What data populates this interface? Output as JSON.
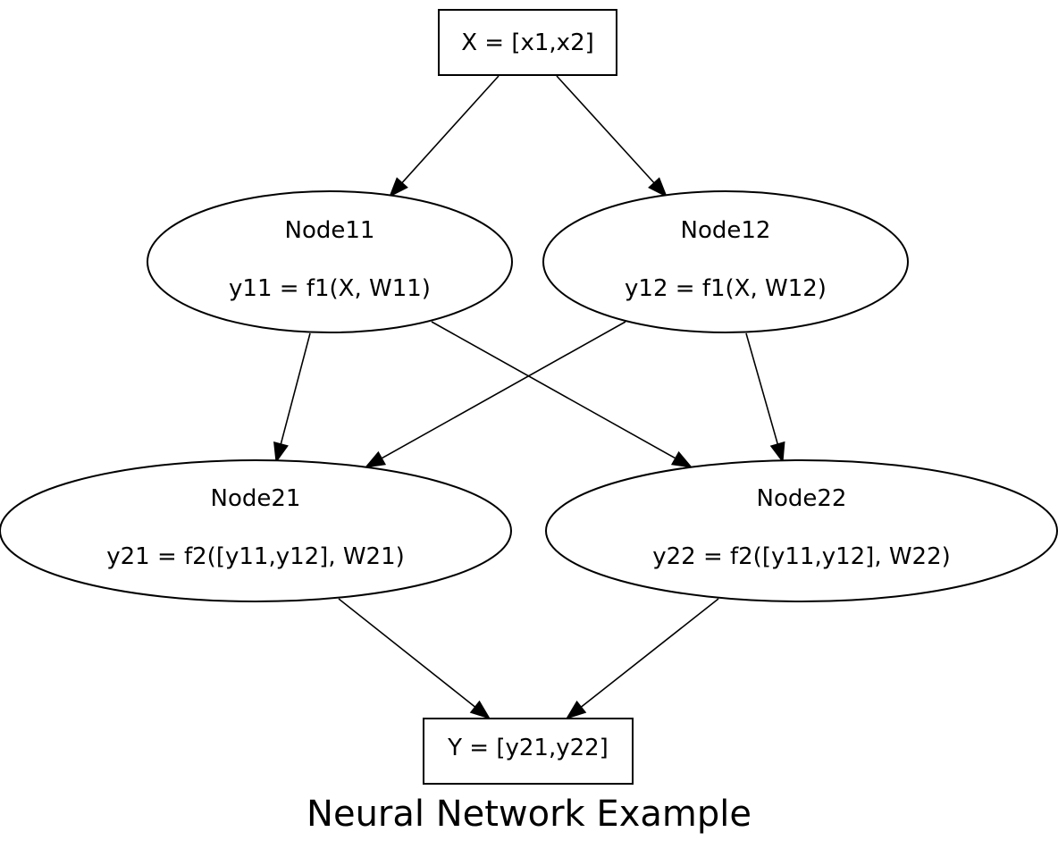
{
  "title": "Neural Network Example",
  "nodes": {
    "input": {
      "label": "X = [x1,x2]"
    },
    "node11": {
      "name": "Node11",
      "formula": "y11 = f1(X, W11)"
    },
    "node12": {
      "name": "Node12",
      "formula": "y12 = f1(X, W12)"
    },
    "node21": {
      "name": "Node21",
      "formula": "y21 = f2([y11,y12], W21)"
    },
    "node22": {
      "name": "Node22",
      "formula": "y22 = f2([y11,y12], W22)"
    },
    "output": {
      "label": "Y = [y21,y22]"
    }
  },
  "edges": [
    {
      "from": "input",
      "to": "node11"
    },
    {
      "from": "input",
      "to": "node12"
    },
    {
      "from": "node11",
      "to": "node21"
    },
    {
      "from": "node11",
      "to": "node22"
    },
    {
      "from": "node12",
      "to": "node21"
    },
    {
      "from": "node12",
      "to": "node22"
    },
    {
      "from": "node21",
      "to": "output"
    },
    {
      "from": "node22",
      "to": "output"
    }
  ]
}
